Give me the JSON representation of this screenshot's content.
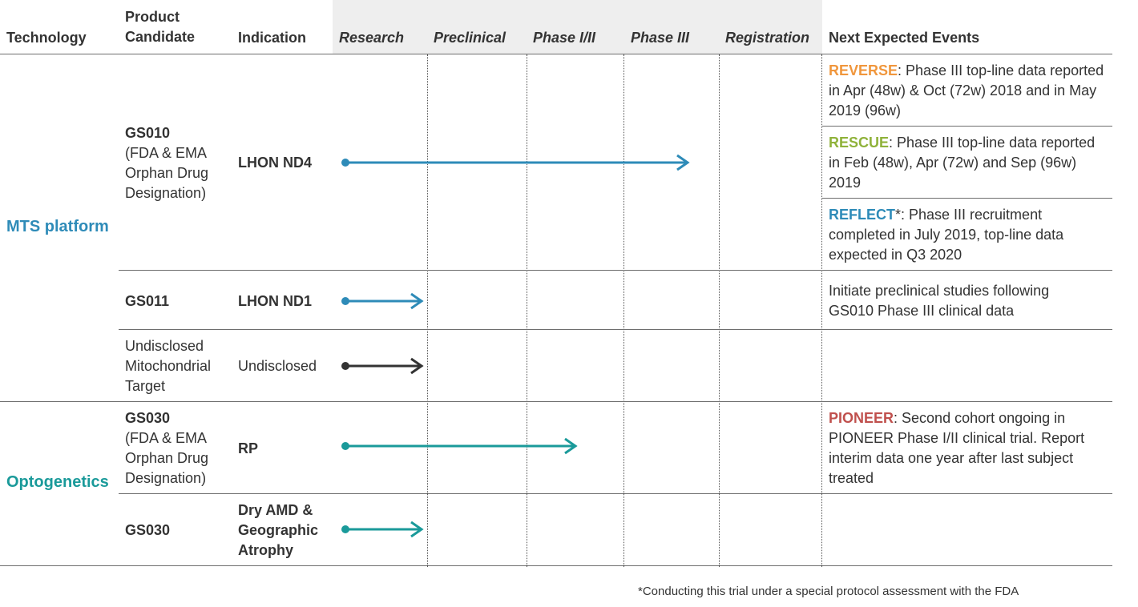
{
  "header": {
    "technology": "Technology",
    "product_candidate": "Product Candidate",
    "indication": "Indication",
    "phases": [
      "Research",
      "Preclinical",
      "Phase I/II",
      "Phase III",
      "Registration"
    ],
    "next_events": "Next Expected Events"
  },
  "groups": [
    {
      "label": "MTS platform",
      "color": "#2e8bb8"
    },
    {
      "label": "Optogenetics",
      "color": "#1a9a9a"
    }
  ],
  "rows": [
    {
      "product": {
        "name": "GS010",
        "note": "(FDA & EMA Orphan Drug Designation)"
      },
      "indication": "LHON ND4",
      "stage_reached": "Phase III",
      "arrow_color": "#2e8bb8",
      "events": [
        {
          "tag": "REVERSE",
          "tag_color": "#f0963c",
          "text": ": Phase III top-line data reported in Apr (48w) & Oct (72w) 2018 and in May 2019 (96w)"
        },
        {
          "tag": "RESCUE",
          "tag_color": "#8fb23a",
          "text": ": Phase III top-line data reported in Feb (48w), Apr (72w) and Sep (96w) 2019"
        },
        {
          "tag": "REFLECT",
          "tag_color": "#2e8bb8",
          "text": "*: Phase III recruitment completed in July 2019, top-line data expected in Q3 2020"
        }
      ]
    },
    {
      "product": {
        "name": "GS011",
        "note": ""
      },
      "indication": "LHON ND1",
      "stage_reached": "Research",
      "arrow_color": "#2e8bb8",
      "events": [
        {
          "tag": "",
          "tag_color": "",
          "text": "Initiate preclinical studies following GS010 Phase III clinical data"
        }
      ]
    },
    {
      "product": {
        "name": "",
        "note": "Undisclosed Mitochondrial Target"
      },
      "indication": "Undisclosed",
      "stage_reached": "Research",
      "arrow_color": "#333333",
      "events": []
    },
    {
      "product": {
        "name": "GS030",
        "note": "(FDA & EMA Orphan Drug Designation)"
      },
      "indication": "RP",
      "stage_reached": "Phase I/II",
      "arrow_color": "#1a9a9a",
      "events": [
        {
          "tag": "PIONEER",
          "tag_color": "#c0504d",
          "text": ": Second cohort ongoing in PIONEER Phase I/II clinical trial. Report interim data one year after last subject treated"
        }
      ]
    },
    {
      "product": {
        "name": "GS030",
        "note": ""
      },
      "indication": "Dry AMD & Geographic Atrophy",
      "stage_reached": "Research",
      "arrow_color": "#1a9a9a",
      "events": []
    }
  ],
  "footnote": "*Conducting this trial under a special protocol assessment with the FDA"
}
